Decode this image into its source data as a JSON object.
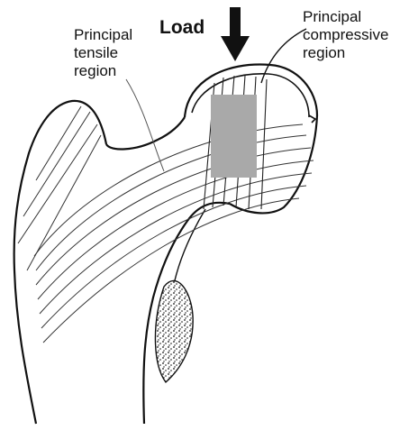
{
  "labels": {
    "load": "Load",
    "tensile": [
      "Principal",
      "tensile",
      "region"
    ],
    "compressive": [
      "Principal",
      "compressive",
      "region"
    ]
  },
  "colors": {
    "ink": "#111111",
    "stress_block": "#a9a9a9"
  },
  "icons": {
    "load_arrow": "down-arrow-icon"
  }
}
